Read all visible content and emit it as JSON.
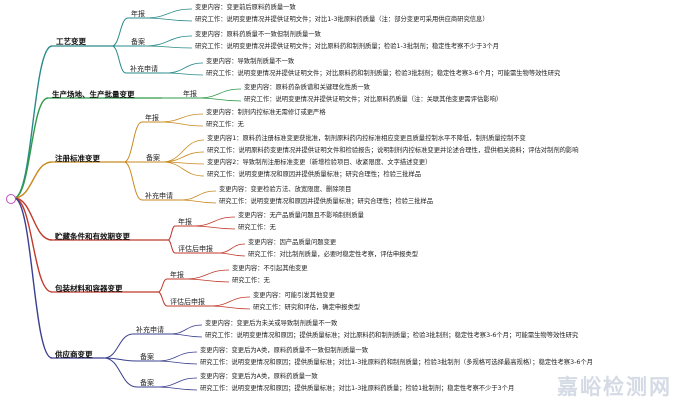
{
  "watermark": "嘉峪检测网",
  "branches": [
    {
      "name": "工艺变更",
      "color": "#2a8a8a",
      "subs": [
        {
          "name": "年报",
          "leaves": [
            "变更内容：变更前后原料药质量一致",
            "研究工作：说明变更情况并提供证明文件；对比1-3批原料药质量（注：部分变更可采用供应商研究信息）"
          ]
        },
        {
          "name": "备案",
          "leaves": [
            "变更内容：原料药质量不一致但制剂质量一致",
            "研究工作：说明变更情况并提供证明文件；对比原料药和制剂质量；检验1-3批制剂；稳定性考察不少于3个月"
          ]
        },
        {
          "name": "补充申请",
          "leaves": [
            "变更内容：导致制剂质量不一致",
            "研究工作：说明变更情况并提供证明文件；对比原料药和制剂质量；检验3批制剂；稳定性考察3-6个月；可能需生物等效性研究"
          ]
        }
      ]
    },
    {
      "name": "生产场地、生产批量变更",
      "color": "#2f9a4a",
      "subs": [
        {
          "name": "年报",
          "leaves": [
            "变更内容：原料药杂质谱和关键理化性质一致",
            "研究工作：说明变更情况并提供证明文件；对比原料药质量（注：关联其他变更需评估影响）"
          ]
        }
      ]
    },
    {
      "name": "注册标准变更",
      "color": "#c88a1e",
      "subs": [
        {
          "name": "年报",
          "leaves": [
            "变更内容：制剂内控标准无需修订或更严格",
            "研究工作：无"
          ]
        },
        {
          "name": "备案",
          "leaves": [
            "变更内容1：原料药注册标准变更获批准，制剂原料药内控标准相应变更且质量控制水平不降低，制剂质量控制不变",
            "研究工作：说明原料药变更情况并提供证明文件和检验报告；说明制剂内控标准变更并论述合理性，提供相关资料；评估对制剂的影响",
            "变更内容2：导致制剂注册标准变更（新增检验项目、收紧限度、文字描述变更）",
            "研究工作：说明变更情况和原因并提供质量标准；研究合理性；检验三批样品"
          ]
        },
        {
          "name": "补充申请",
          "leaves": [
            "变更内容：变更检验方法、放宽限度、删除项目",
            "研究工作：说明变更情况和原因并提供质量标准；研究合理性；检验三批样品"
          ]
        }
      ]
    },
    {
      "name": "贮藏条件和有效期变更",
      "color": "#c0392b",
      "subs": [
        {
          "name": "年报",
          "leaves": [
            "变更内容：无产品质量问题且不影响制剂质量",
            "研究工作：无"
          ]
        },
        {
          "name": "评估后申报",
          "leaves": [
            "变更内容：因产品质量问题变更",
            "研究工作：对比制剂质量，必要时稳定性考察，评估申报类型"
          ]
        }
      ]
    },
    {
      "name": "包装材料和容器变更",
      "color": "#c0392b",
      "subs": [
        {
          "name": "年报",
          "leaves": [
            "变更内容：不引起其他变更",
            "研究工作：无"
          ]
        },
        {
          "name": "评估后申报",
          "leaves": [
            "变更内容：可能引发其他变更",
            "研究工作：研究和评估，确定申报类型"
          ]
        }
      ]
    },
    {
      "name": "供应商变更",
      "color": "#3a3f8f",
      "subs": [
        {
          "name": "补充申请",
          "leaves": [
            "变更内容：变更后为未关或导致制剂质量不一致",
            "研究工作：说明变更情况和原因；提供质量标准；对比原料药和制剂质量；检验3批制剂；稳定性考察3-6个月；可能需生物等效性研究"
          ]
        },
        {
          "name": "备案",
          "leaves": [
            "变更内容：变更后为A类，原料药质量不一致但制剂质量一致",
            "研究工作：说明变更情况和原因；提供质量标准；对比1-3批原料药和制剂质量；检验3批制剂（多规格可选择最高规格）；稳定性考察3-6个月"
          ]
        },
        {
          "name": "备案",
          "leaves": [
            "变更内容：变更后为A类，原料药质量一致",
            "研究工作：说明变更情况和原因；提供质量标准；对比1-3批原料药质量；检验1批制剂；稳定性考察不少于3个月"
          ]
        }
      ]
    }
  ]
}
